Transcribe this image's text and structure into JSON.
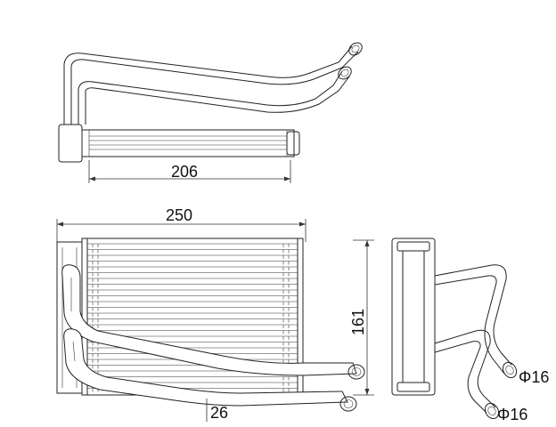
{
  "dimensions": {
    "top_length": "206",
    "overall_width": "250",
    "height": "161",
    "core_depth": "26",
    "pipe_diameter_upper": "Φ16",
    "pipe_diameter_lower": "Φ16"
  },
  "colors": {
    "line": "#222222",
    "background": "#ffffff"
  }
}
